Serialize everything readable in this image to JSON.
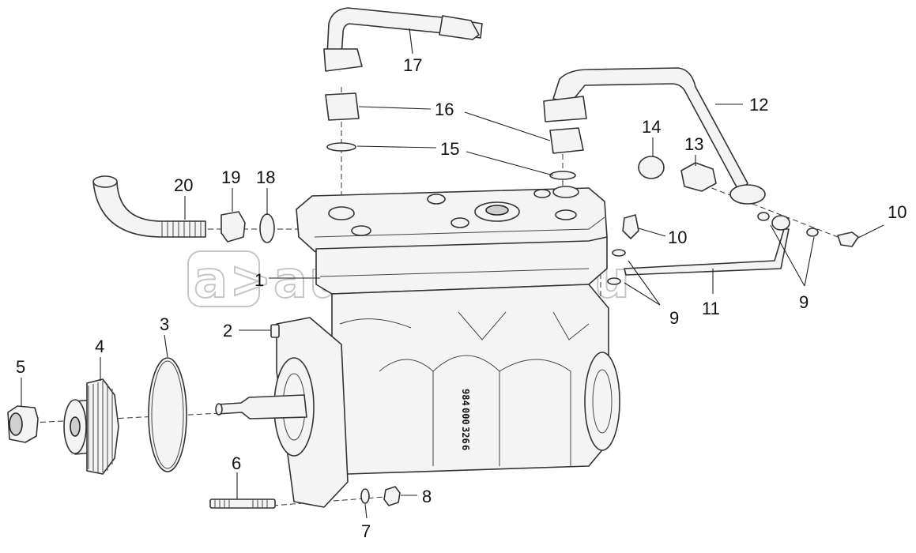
{
  "diagram": {
    "watermark": "a>autopiter.ru",
    "serial_marking": [
      "984",
      "000",
      "326",
      "6"
    ],
    "callouts": [
      {
        "id": "c1",
        "label": "1"
      },
      {
        "id": "c2",
        "label": "2"
      },
      {
        "id": "c3",
        "label": "3"
      },
      {
        "id": "c4",
        "label": "4"
      },
      {
        "id": "c5",
        "label": "5"
      },
      {
        "id": "c6",
        "label": "6"
      },
      {
        "id": "c7",
        "label": "7"
      },
      {
        "id": "c8",
        "label": "8"
      },
      {
        "id": "c9a",
        "label": "9"
      },
      {
        "id": "c9b",
        "label": "9"
      },
      {
        "id": "c10a",
        "label": "10"
      },
      {
        "id": "c10b",
        "label": "10"
      },
      {
        "id": "c11",
        "label": "11"
      },
      {
        "id": "c12",
        "label": "12"
      },
      {
        "id": "c13",
        "label": "13"
      },
      {
        "id": "c14",
        "label": "14"
      },
      {
        "id": "c15",
        "label": "15"
      },
      {
        "id": "c16",
        "label": "16"
      },
      {
        "id": "c17",
        "label": "17"
      },
      {
        "id": "c18",
        "label": "18"
      },
      {
        "id": "c19",
        "label": "19"
      },
      {
        "id": "c20",
        "label": "20"
      }
    ]
  },
  "colors": {
    "line": "#333333",
    "fill": "#f4f4f4",
    "watermark": "#bdbdbd"
  }
}
